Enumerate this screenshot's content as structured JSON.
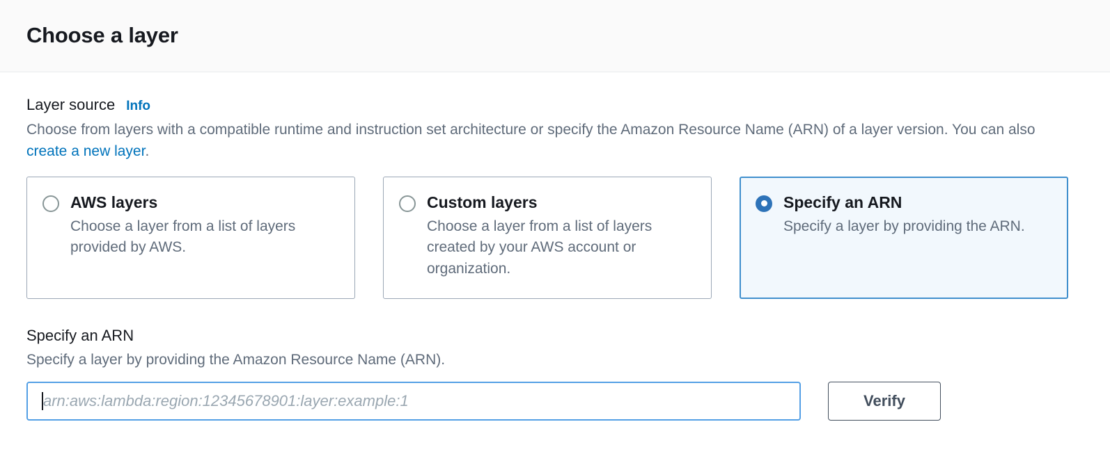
{
  "header": {
    "title": "Choose a layer"
  },
  "layer_source": {
    "label": "Layer source",
    "info_label": "Info",
    "description_prefix": "Choose from layers with a compatible runtime and instruction set architecture or specify the Amazon Resource Name (ARN) of a layer version. You can also ",
    "description_link": "create a new layer",
    "description_suffix": ".",
    "options": [
      {
        "title": "AWS layers",
        "description": "Choose a layer from a list of layers provided by AWS.",
        "selected": false
      },
      {
        "title": "Custom layers",
        "description": "Choose a layer from a list of layers created by your AWS account or organization.",
        "selected": false
      },
      {
        "title": "Specify an ARN",
        "description": "Specify a layer by providing the ARN.",
        "selected": true
      }
    ]
  },
  "arn_section": {
    "label": "Specify an ARN",
    "description": "Specify a layer by providing the Amazon Resource Name (ARN).",
    "input_value": "",
    "input_placeholder": "arn:aws:lambda:region:12345678901:layer:example:1",
    "verify_label": "Verify"
  },
  "colors": {
    "accent_blue": "#0073bb",
    "selected_border": "#3f8fcd",
    "selected_fill": "#f2f8fd",
    "radio_selected": "#2e73b8",
    "input_focus_border": "#539fe5",
    "button_border": "#414d5c",
    "text_primary": "#16191f",
    "text_secondary": "#5f6b7a",
    "header_bg": "#fafafa"
  }
}
